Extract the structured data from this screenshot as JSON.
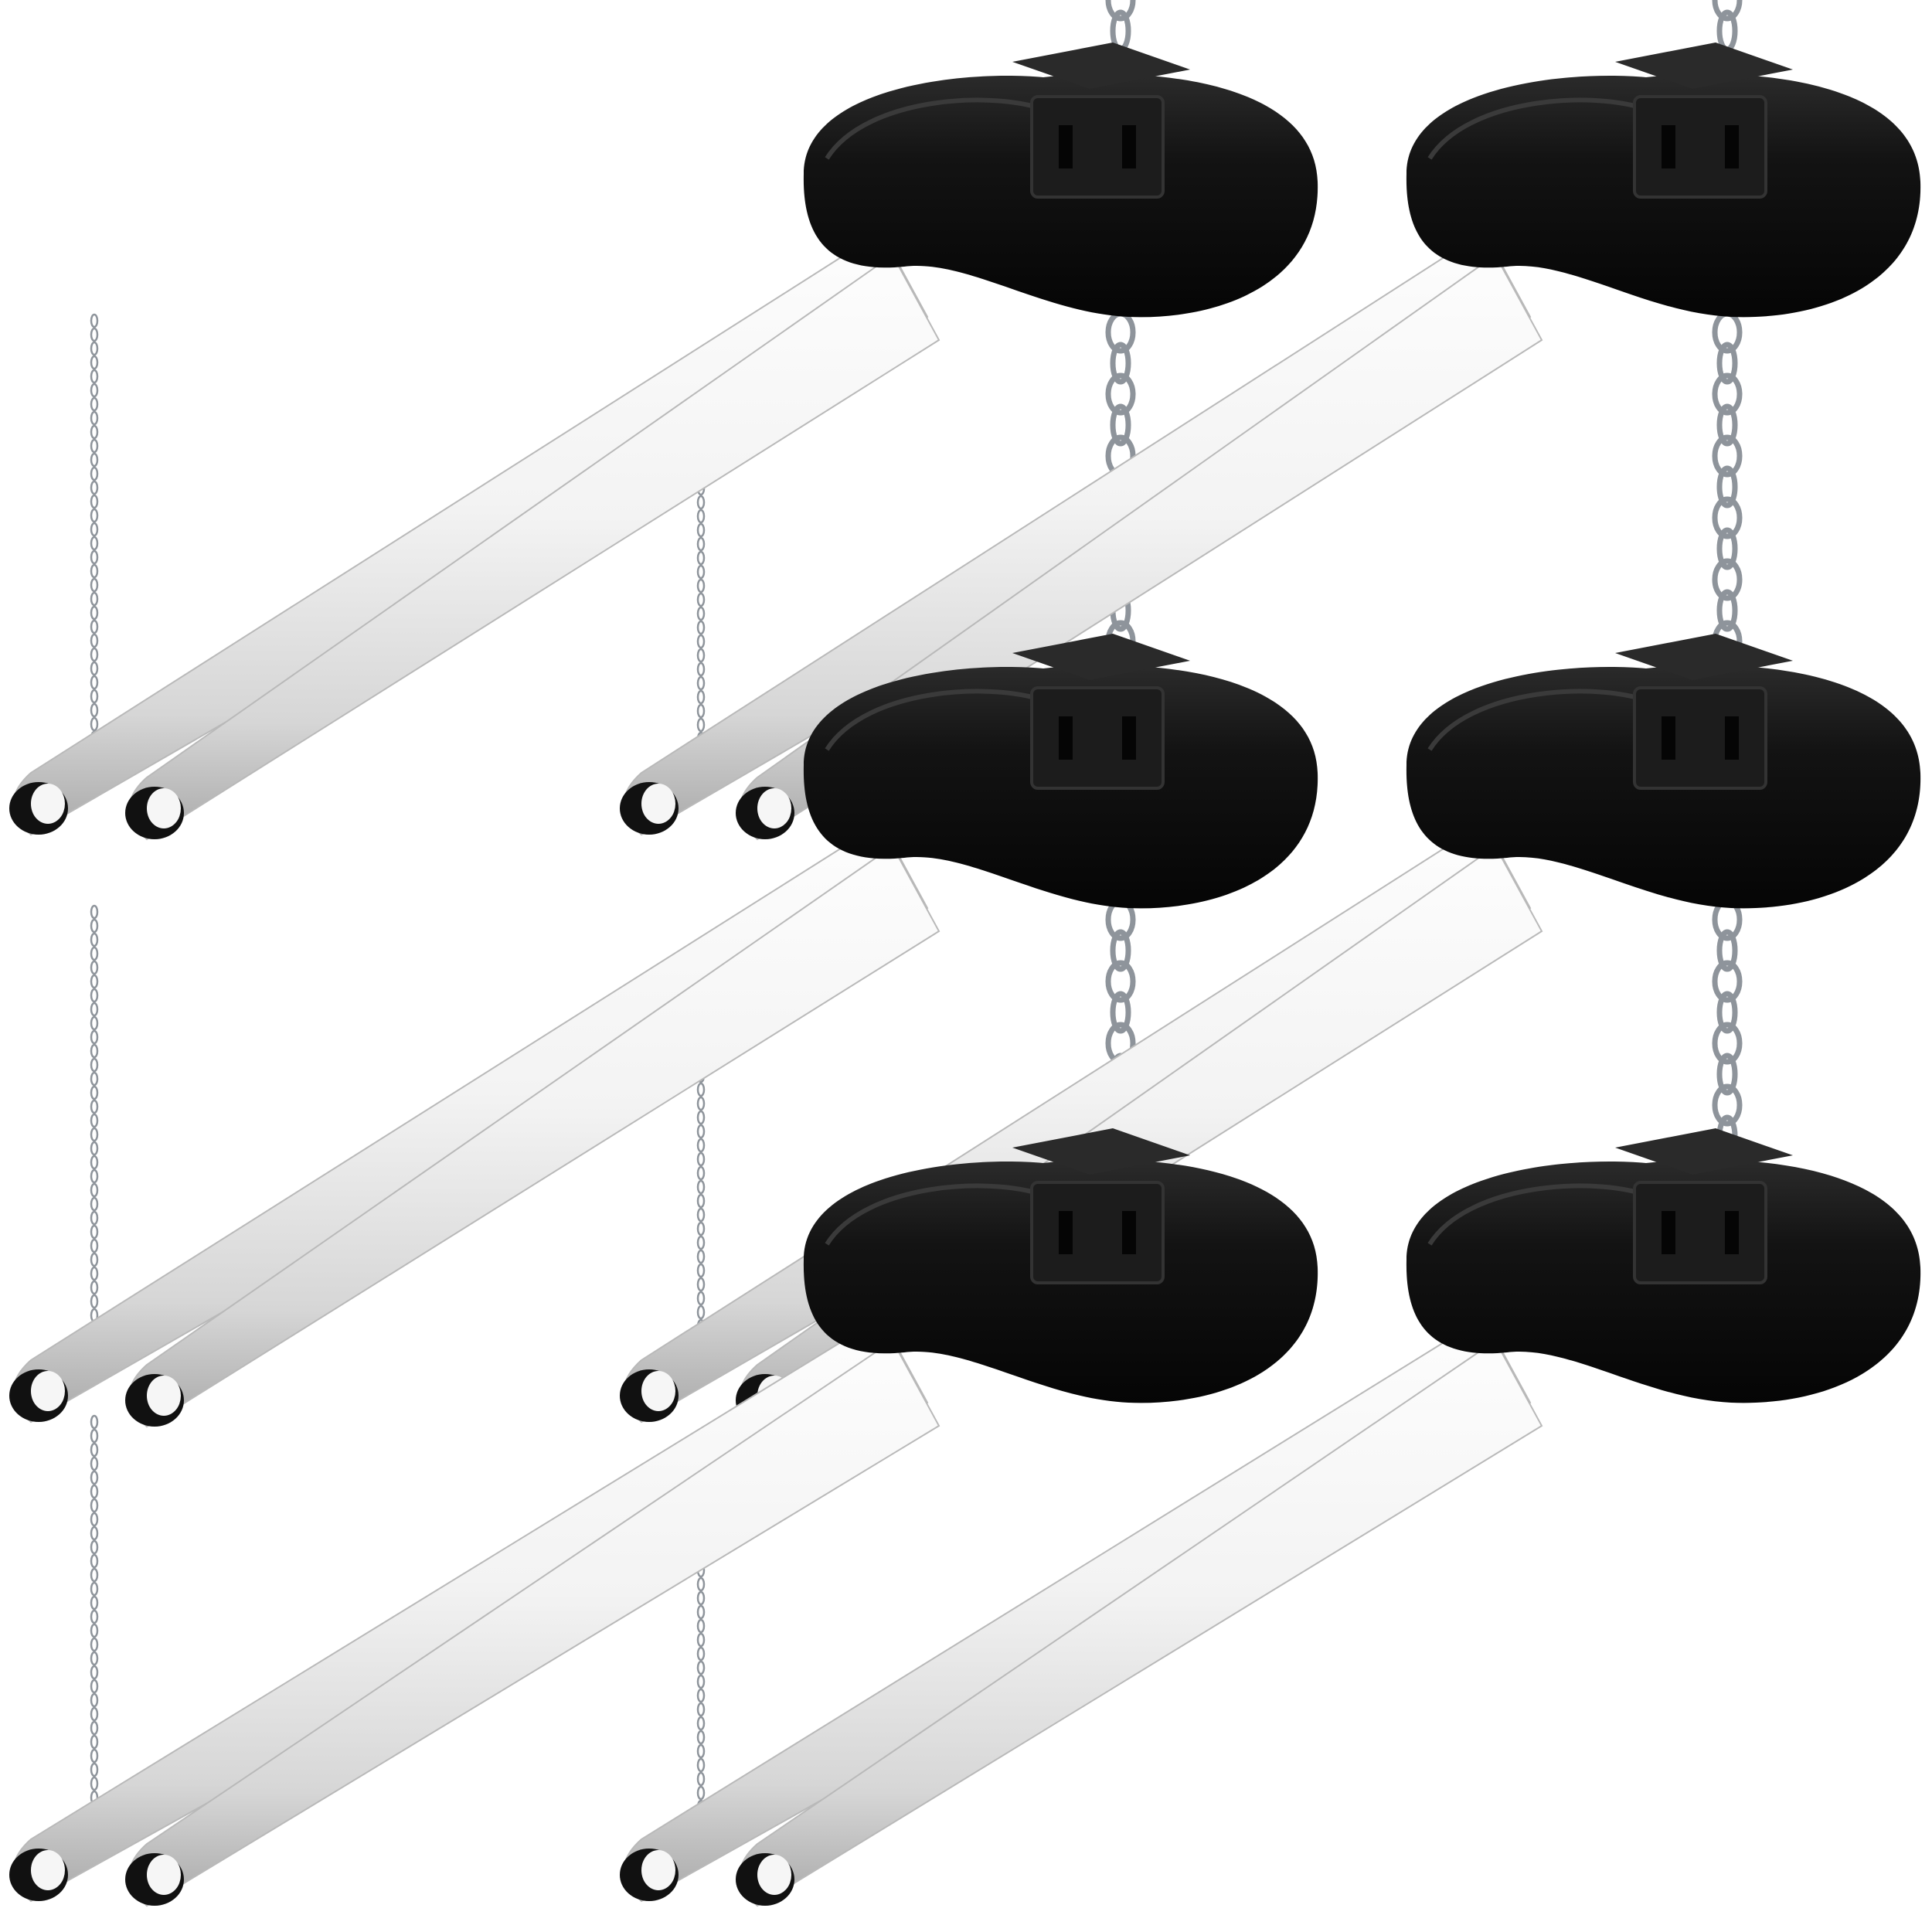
{
  "product": {
    "fixture_count": 6,
    "fixture_kind": "linked-led-shop-light",
    "colors": {
      "housing": "#111111",
      "housing_highlight": "#2a2a2a",
      "tube_light": "#f6f6f6",
      "tube_shadow": "#b9b9b9",
      "chain": "#8e949b",
      "outlet_slot": "#050505"
    },
    "fixtures": [
      {
        "name": "fixture-top-left",
        "has_outlet": true
      },
      {
        "name": "fixture-top-right",
        "has_outlet": true
      },
      {
        "name": "fixture-middle-left",
        "has_outlet": true
      },
      {
        "name": "fixture-middle-right",
        "has_outlet": true
      },
      {
        "name": "fixture-bottom-left",
        "has_outlet": true
      },
      {
        "name": "fixture-bottom-right",
        "has_outlet": true
      }
    ]
  }
}
